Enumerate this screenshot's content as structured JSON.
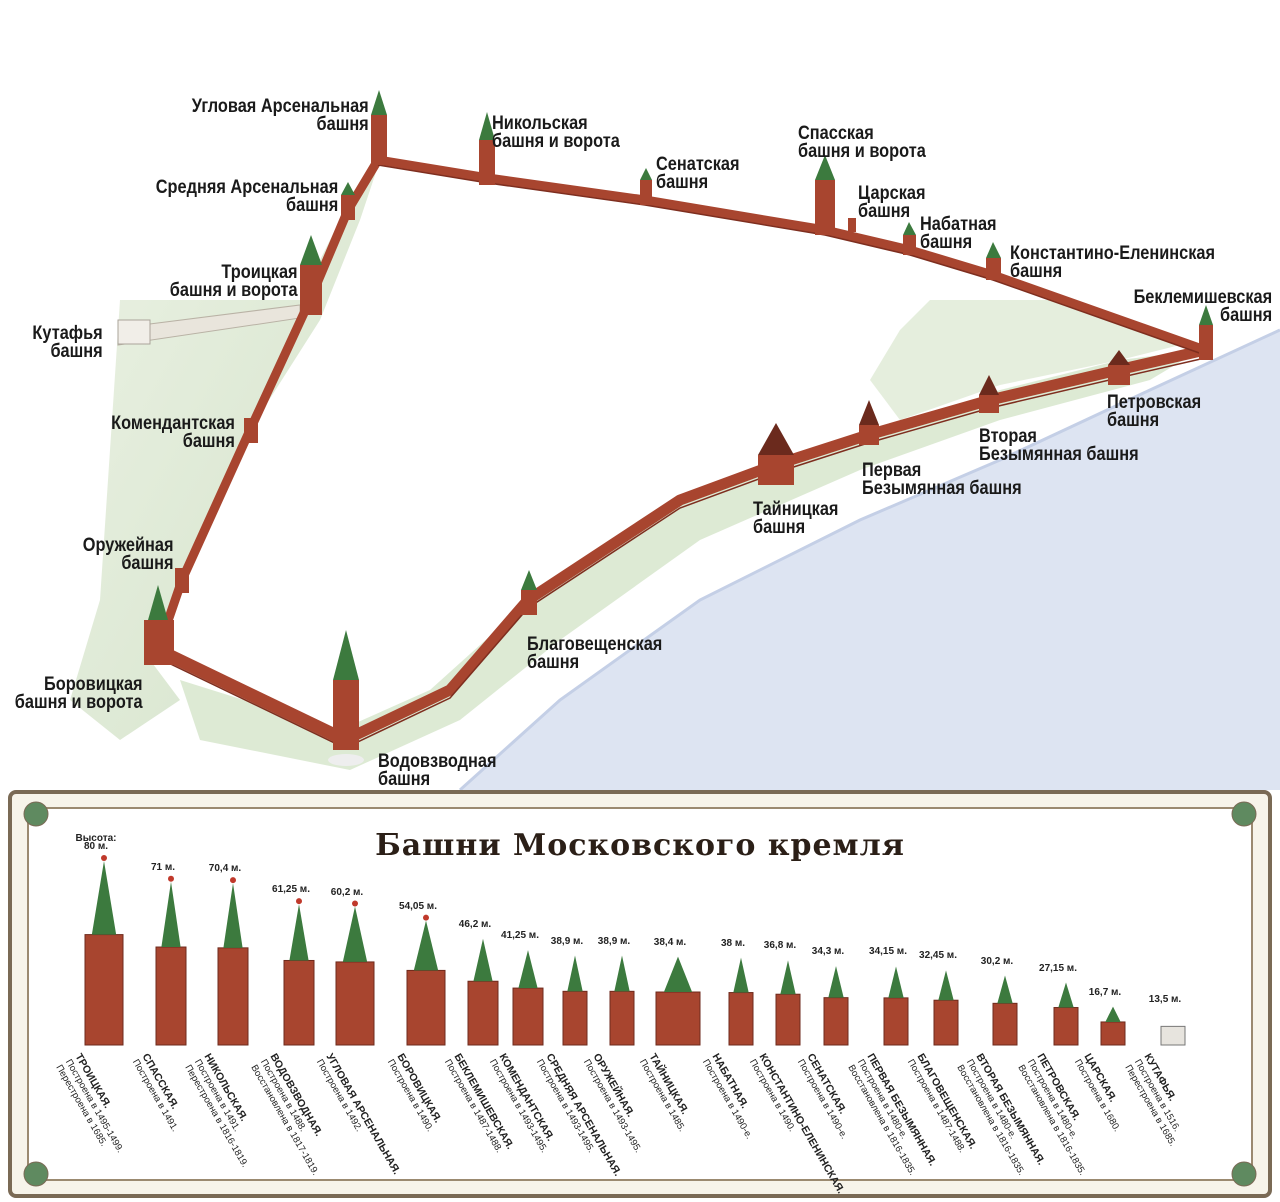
{
  "map_labels": {
    "uglovaya_arsenalnaya": [
      "Угловая Арсенальная",
      "башня"
    ],
    "nikolskaya": [
      "Никольская",
      "башня и ворота"
    ],
    "senatskaya": [
      "Сенатская",
      "башня"
    ],
    "spasskaya": [
      "Спасская",
      "башня и ворота"
    ],
    "tsarskaya": [
      "Царская",
      "башня"
    ],
    "nabatnaya": [
      "Набатная",
      "башня"
    ],
    "konstantino": [
      "Константино-Еленинская",
      "башня"
    ],
    "beklemishevskaya": [
      "Беклемишевская",
      "башня"
    ],
    "srednyaya_arsenalnaya": [
      "Средняя Арсенальная",
      "башня"
    ],
    "troitskaya": [
      "Троицкая",
      "башня и ворота"
    ],
    "kutafya": [
      "Кутафья",
      "башня"
    ],
    "komendantskaya": [
      "Комендантская",
      "башня"
    ],
    "petrovskaya": [
      "Петровская",
      "башня"
    ],
    "vtoraya": [
      "Вторая",
      "Безымянная башня"
    ],
    "pervaya": [
      "Первая",
      "Безымянная башня"
    ],
    "tainitskaya": [
      "Тайницкая",
      "башня"
    ],
    "oruzheynaya": [
      "Оружейная",
      "башня"
    ],
    "blagoveshchenskaya": [
      "Благовещенская",
      "башня"
    ],
    "borovitskaya": [
      "Боровицкая",
      "башня и ворота"
    ],
    "vodovzvodnaya": [
      "Водовзводная",
      "башня"
    ]
  },
  "panel": {
    "title": "Башни Московского кремля",
    "height_prefix": "Высота:"
  },
  "colors": {
    "wall": "#a8452f",
    "roof": "#3c7a3e",
    "river": "#dde4f2",
    "frame": "#7a6a55",
    "panel_bg": "#f7f4ea"
  },
  "chart_data": {
    "type": "bar",
    "title": "Башни Московского кремля",
    "ylabel": "Высота",
    "unit": "м.",
    "categories": [
      "ТРОИЦКАЯ",
      "СПАССКАЯ",
      "НИКОЛЬСКАЯ",
      "ВОДОВЗВОДНАЯ",
      "УГЛОВАЯ АРСЕНАЛЬНАЯ",
      "БОРОВИЦКАЯ",
      "БЕКЛЕМИШЕВСКАЯ",
      "КОМЕНДАНТСКАЯ",
      "СРЕДНЯЯ АРСЕНАЛЬНАЯ",
      "ОРУЖЕЙНАЯ",
      "ТАЙНИЦКАЯ",
      "НАБАТНАЯ",
      "КОНСТАНТИНО-ЕЛЕНИНСКАЯ",
      "СЕНАТСКАЯ",
      "ПЕРВАЯ БЕЗЫМЯННАЯ",
      "БЛАГОВЕЩЕНСКАЯ",
      "ВТОРАЯ БЕЗЫМЯННАЯ",
      "ПЕТРОВСКАЯ",
      "ЦАРСКАЯ",
      "КУТАФЬЯ"
    ],
    "values": [
      80,
      71,
      70.4,
      61.25,
      60.2,
      54.05,
      46.2,
      41.25,
      38.9,
      38.9,
      38.4,
      38,
      36.8,
      34.3,
      34.15,
      32.45,
      30.2,
      27.15,
      16.7,
      13.5
    ],
    "height_labels": [
      "80 м.",
      "71 м.",
      "70,4 м.",
      "61,25 м.",
      "60,2 м.",
      "54,05 м.",
      "46,2 м.",
      "41,25 м.",
      "38,9 м.",
      "38,9 м.",
      "38,4 м.",
      "38 м.",
      "36,8 м.",
      "34,3 м.",
      "34,15 м.",
      "32,45 м.",
      "30,2 м.",
      "27,15 м.",
      "16,7 м.",
      "13,5 м."
    ],
    "captions": [
      [
        "ТРОИЦКАЯ.",
        "Построена в 1495-1499.",
        "Перестроена в 1685."
      ],
      [
        "СПАССКАЯ.",
        "Построена в 1491."
      ],
      [
        "НИКОЛЬСКАЯ.",
        "Построена в 1491.",
        "Перестроена в 1816-1819."
      ],
      [
        "ВОДОВЗВОДНАЯ.",
        "Построена в 1488.",
        "Восстановлена в 1817-1819."
      ],
      [
        "УГЛОВАЯ АРСЕНАЛЬНАЯ.",
        "Построена в 1492."
      ],
      [
        "БОРОВИЦКАЯ.",
        "Построена в 1490."
      ],
      [
        "БЕКЛЕМИШЕВСКАЯ.",
        "Построена в 1487-1488."
      ],
      [
        "КОМЕНДАНТСКАЯ.",
        "Построена в 1493-1495."
      ],
      [
        "СРЕДНЯЯ АРСЕНАЛЬНАЯ.",
        "Построена в 1493-1495."
      ],
      [
        "ОРУЖЕЙНАЯ.",
        "Построена в 1493-1495."
      ],
      [
        "ТАЙНИЦКАЯ.",
        "Построена в 1485."
      ],
      [
        "НАБАТНАЯ.",
        "Построена в 1490-е."
      ],
      [
        "КОНСТАНТИНО-ЕЛЕНИНСКАЯ.",
        "Построена в 1490."
      ],
      [
        "СЕНАТСКАЯ.",
        "Построена в 1490-е."
      ],
      [
        "ПЕРВАЯ БЕЗЫМЯННАЯ.",
        "Построена в 1480-е.",
        "Восстановлена в 1816-1835."
      ],
      [
        "БЛАГОВЕЩЕНСКАЯ.",
        "Построена в 1487-1488."
      ],
      [
        "ВТОРАЯ БЕЗЫМЯННАЯ.",
        "Построена в 1480-е.",
        "Восстановлена в 1816-1835."
      ],
      [
        "ПЕТРОВСКАЯ.",
        "Построена в 1480-е.",
        "Восстановлена в 1816-1835."
      ],
      [
        "ЦАРСКАЯ.",
        "Построена в 1680."
      ],
      [
        "КУТАФЬЯ.",
        "Построена в 1516.",
        "Перестроена в 1685."
      ]
    ]
  }
}
